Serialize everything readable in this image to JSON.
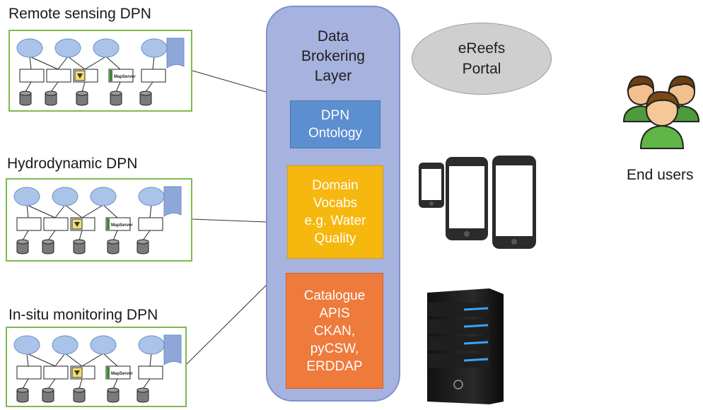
{
  "dpns": [
    {
      "title": "Remote sensing DPN",
      "mapserver_label": "MapServer"
    },
    {
      "title": "Hydrodynamic DPN",
      "mapserver_label": "MapServer"
    },
    {
      "title": "In-situ monitoring DPN",
      "mapserver_label": "MapServer"
    }
  ],
  "broker": {
    "title": "Data\nBrokering\nLayer",
    "boxes": [
      {
        "label": "DPN\nOntology",
        "color": "#5b8fd0"
      },
      {
        "label": "Domain\nVocabs\ne.g. Water\nQuality",
        "color": "#f6b70e"
      },
      {
        "label": "Catalogue\nAPIS\nCKAN,\npyCSW,\nERDDAP",
        "color": "#ee7a3c"
      }
    ]
  },
  "portal": {
    "label": "eReefs\nPortal"
  },
  "users": {
    "label": "End users"
  },
  "colors": {
    "dpn_border": "#7dba4f",
    "node_fill": "#a9c4e8",
    "layer_fill": "#a6b3df"
  }
}
